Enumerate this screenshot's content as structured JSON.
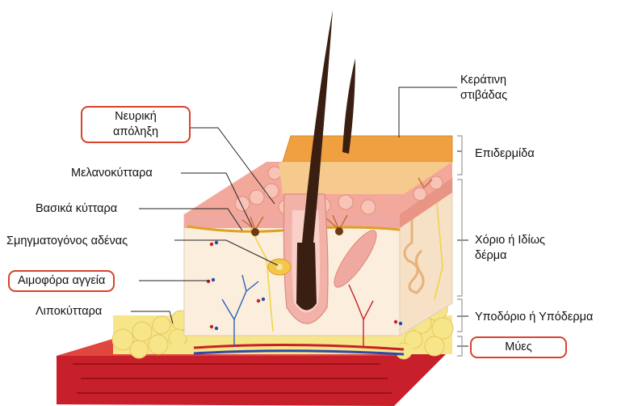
{
  "labels": {
    "nerve_ending": [
      "Νευρική",
      "απόληξη"
    ],
    "melanocytes": "Μελανοκύτταρα",
    "basal_cells": "Βασικά κύτταρα",
    "sebaceous_gland": "Σμηγματογόνος αδένας",
    "blood_vessels": "Αιμοφόρα αγγεία",
    "adipocytes": "Λιποκύτταρα",
    "keratin_layer": [
      "Κεράτινη",
      "στιβάδας"
    ],
    "epidermis": "Επιδερμίδα",
    "dermis": [
      "Χόριο ή Ιδίως",
      "δέρμα"
    ],
    "hypodermis": "Υποδόριο ή Υπόδερμα",
    "muscle": "Μύες"
  },
  "colors": {
    "box_border": "#d9422d",
    "epidermis": "#f2a89a",
    "keratin": "#f0a040",
    "dermis": "#fbeedd",
    "fat": "#f7e58a",
    "muscle": "#c8202a",
    "hair": "#3a1e12"
  }
}
